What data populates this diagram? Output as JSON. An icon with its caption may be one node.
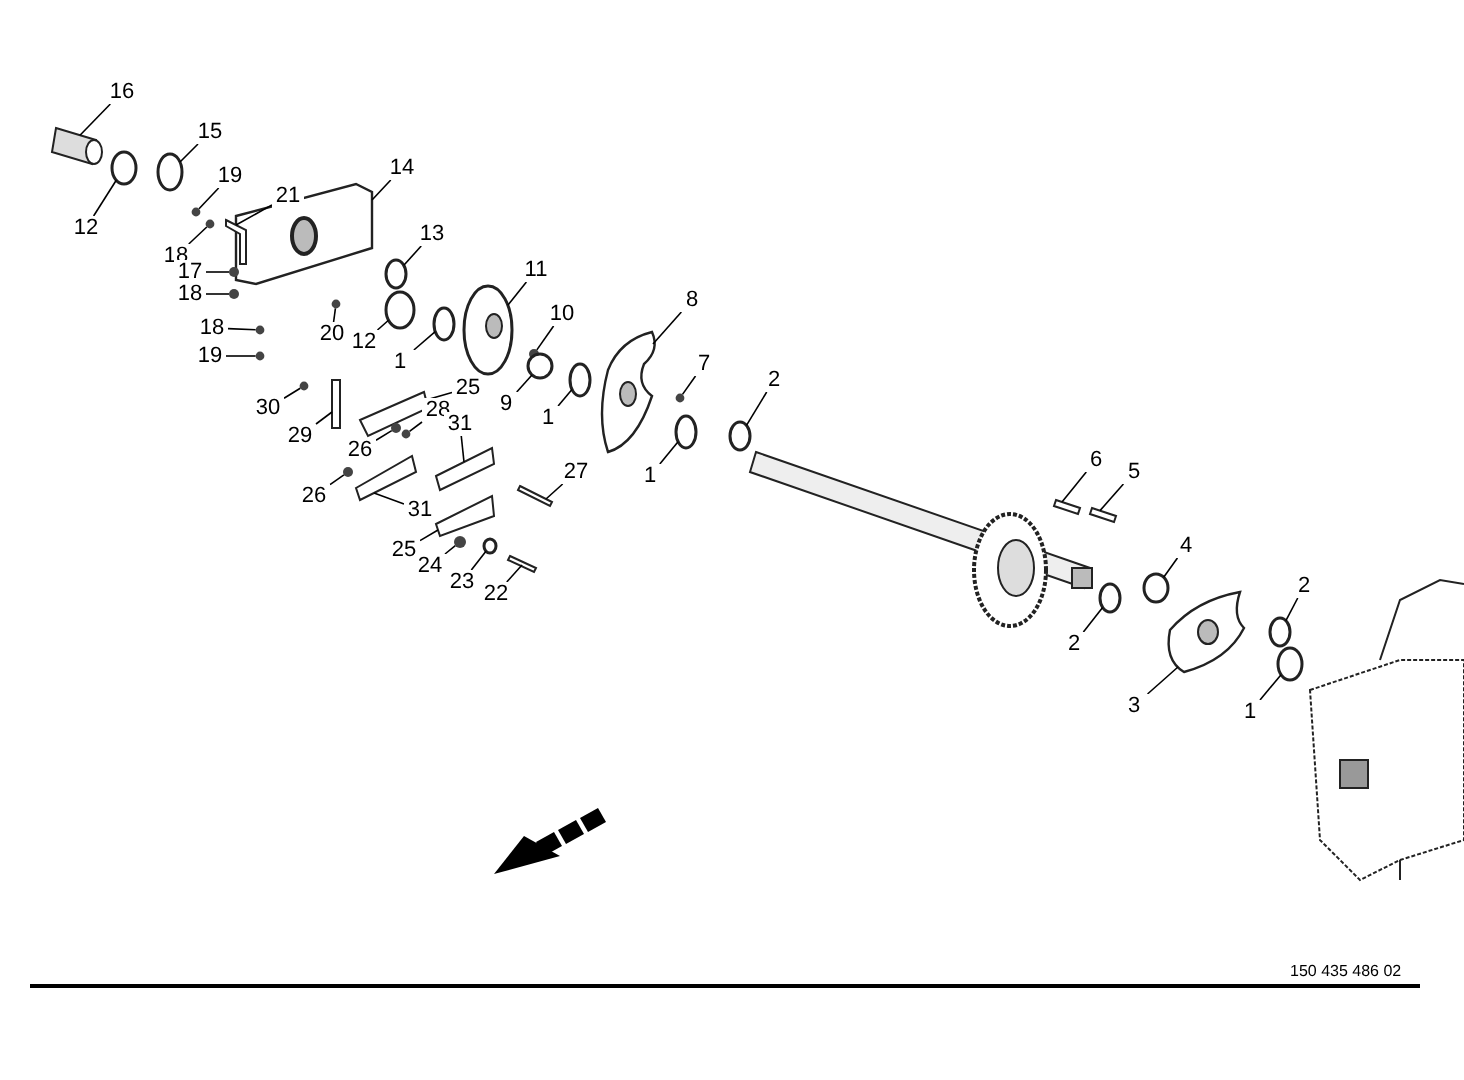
{
  "diagram": {
    "nodes": [
      {
        "text": [
          "16"
        ]
      },
      {
        "text": [
          "15"
        ]
      },
      {
        "text": [
          "14"
        ]
      },
      {
        "text": [
          "19"
        ]
      },
      {
        "text": [
          "21"
        ]
      },
      {
        "text": [
          "12"
        ]
      },
      {
        "text": [
          "13"
        ]
      },
      {
        "text": [
          "18"
        ]
      },
      {
        "text": [
          "11"
        ]
      },
      {
        "text": [
          "17"
        ]
      },
      {
        "text": [
          "18"
        ]
      },
      {
        "text": [
          "8"
        ]
      },
      {
        "text": [
          "10"
        ]
      },
      {
        "text": [
          "18"
        ]
      },
      {
        "text": [
          "20"
        ]
      },
      {
        "text": [
          "12"
        ]
      },
      {
        "text": [
          "19"
        ]
      },
      {
        "text": [
          "1"
        ]
      },
      {
        "text": [
          "7"
        ]
      },
      {
        "text": [
          "2"
        ]
      },
      {
        "text": [
          "25"
        ]
      },
      {
        "text": [
          "9"
        ]
      },
      {
        "text": [
          "30"
        ]
      },
      {
        "text": [
          "28"
        ]
      },
      {
        "text": [
          "1"
        ]
      },
      {
        "text": [
          "31"
        ]
      },
      {
        "text": [
          "29"
        ]
      },
      {
        "text": [
          "26"
        ]
      },
      {
        "text": [
          "6"
        ]
      },
      {
        "text": [
          "27"
        ]
      },
      {
        "text": [
          "5"
        ]
      },
      {
        "text": [
          "1"
        ]
      },
      {
        "text": [
          "26"
        ]
      },
      {
        "text": [
          "31"
        ]
      },
      {
        "text": [
          "4"
        ]
      },
      {
        "text": [
          "25"
        ]
      },
      {
        "text": [
          "24"
        ]
      },
      {
        "text": [
          "23"
        ]
      },
      {
        "text": [
          "2"
        ]
      },
      {
        "text": [
          "22"
        ]
      },
      {
        "text": [
          "2"
        ]
      },
      {
        "text": [
          "3"
        ]
      },
      {
        "text": [
          "1"
        ]
      },
      {
        "text": [],
        "shape": "cylinder"
      },
      {
        "text": [],
        "shape": "circle"
      },
      {
        "text": [],
        "shape": "box"
      },
      {
        "text": [],
        "shape": "circle"
      },
      {
        "text": [],
        "shape": "bar"
      },
      {
        "text": [],
        "shape": "circle"
      },
      {
        "text": [],
        "shape": "circle"
      },
      {
        "text": [],
        "shape": "circle"
      },
      {
        "text": [],
        "shape": "circle"
      },
      {
        "text": [],
        "shape": "circle"
      },
      {
        "text": [],
        "shape": "circle"
      },
      {
        "text": [],
        "shape": "box"
      },
      {
        "text": [],
        "shape": "circle"
      },
      {
        "text": [],
        "shape": "circle"
      },
      {
        "text": [],
        "shape": "circle"
      },
      {
        "text": [],
        "shape": "circle"
      },
      {
        "text": [],
        "shape": "circle"
      },
      {
        "text": [],
        "shape": "circle"
      },
      {
        "text": [],
        "shape": "circle"
      },
      {
        "text": [],
        "shape": "circle"
      },
      {
        "text": [],
        "shape": "bar"
      },
      {
        "text": [],
        "shape": "circle"
      },
      {
        "text": [],
        "shape": "circle"
      },
      {
        "text": [],
        "shape": "circle"
      },
      {
        "text": [],
        "shape": "circle"
      },
      {
        "text": [],
        "shape": "bar"
      },
      {
        "text": [],
        "shape": "bar"
      },
      {
        "text": [],
        "shape": "circle"
      },
      {
        "text": [],
        "shape": "bar"
      },
      {
        "text": [],
        "shape": "bar"
      },
      {
        "text": [],
        "shape": "bar"
      },
      {
        "text": [],
        "shape": "circle"
      },
      {
        "text": [],
        "shape": "circle"
      },
      {
        "text": [],
        "shape": "bar"
      },
      {
        "text": [],
        "shape": "circle"
      },
      {
        "text": [],
        "shape": "bar"
      },
      {
        "text": [],
        "shape": "circle"
      },
      {
        "text": [],
        "shape": "circle"
      },
      {
        "text": [],
        "shape": "circle"
      },
      {
        "text": [],
        "shape": "bar"
      },
      {
        "text": [],
        "shape": "circle"
      },
      {
        "text": [],
        "shape": "box"
      },
      {
        "text": [],
        "shape": "circle"
      }
    ],
    "edges": [
      {
        "from": 0,
        "to": 43,
        "arrow": "none"
      },
      {
        "from": 1,
        "to": 44,
        "arrow": "none"
      },
      {
        "from": 2,
        "to": 45,
        "arrow": "none"
      },
      {
        "from": 3,
        "to": 46,
        "arrow": "none"
      },
      {
        "from": 4,
        "to": 47,
        "arrow": "none"
      },
      {
        "from": 5,
        "to": 48,
        "arrow": "none"
      },
      {
        "from": 6,
        "to": 49,
        "arrow": "none"
      },
      {
        "from": 7,
        "to": 50,
        "arrow": "none"
      },
      {
        "from": 8,
        "to": 51,
        "arrow": "none"
      },
      {
        "from": 9,
        "to": 52,
        "arrow": "none"
      },
      {
        "from": 10,
        "to": 53,
        "arrow": "none"
      },
      {
        "from": 11,
        "to": 54,
        "arrow": "none"
      },
      {
        "from": 12,
        "to": 55,
        "arrow": "none"
      },
      {
        "from": 13,
        "to": 56,
        "arrow": "none"
      },
      {
        "from": 14,
        "to": 57,
        "arrow": "none"
      },
      {
        "from": 15,
        "to": 58,
        "arrow": "none"
      },
      {
        "from": 16,
        "to": 59,
        "arrow": "none"
      },
      {
        "from": 17,
        "to": 60,
        "arrow": "none"
      },
      {
        "from": 18,
        "to": 61,
        "arrow": "none"
      },
      {
        "from": 19,
        "to": 62,
        "arrow": "none"
      },
      {
        "from": 20,
        "to": 63,
        "arrow": "none"
      },
      {
        "from": 21,
        "to": 64,
        "arrow": "none"
      },
      {
        "from": 22,
        "to": 65,
        "arrow": "none"
      },
      {
        "from": 23,
        "to": 66,
        "arrow": "none"
      },
      {
        "from": 24,
        "to": 67,
        "arrow": "none"
      },
      {
        "from": 25,
        "to": 68,
        "arrow": "none"
      },
      {
        "from": 26,
        "to": 69,
        "arrow": "none"
      },
      {
        "from": 27,
        "to": 70,
        "arrow": "none"
      },
      {
        "from": 28,
        "to": 71,
        "arrow": "none"
      },
      {
        "from": 29,
        "to": 72,
        "arrow": "none"
      },
      {
        "from": 30,
        "to": 73,
        "arrow": "none"
      },
      {
        "from": 31,
        "to": 74,
        "arrow": "none"
      },
      {
        "from": 32,
        "to": 75,
        "arrow": "none"
      },
      {
        "from": 33,
        "to": 76,
        "arrow": "none"
      },
      {
        "from": 34,
        "to": 77,
        "arrow": "none"
      },
      {
        "from": 35,
        "to": 78,
        "arrow": "none"
      },
      {
        "from": 36,
        "to": 79,
        "arrow": "none"
      },
      {
        "from": 37,
        "to": 80,
        "arrow": "none"
      },
      {
        "from": 38,
        "to": 81,
        "arrow": "none"
      },
      {
        "from": 39,
        "to": 82,
        "arrow": "none"
      },
      {
        "from": 40,
        "to": 83,
        "arrow": "none"
      },
      {
        "from": 41,
        "to": 84,
        "arrow": "none"
      },
      {
        "from": 42,
        "to": 85,
        "arrow": "none"
      }
    ],
    "labels": [
      "150 435 486 02"
    ]
  }
}
